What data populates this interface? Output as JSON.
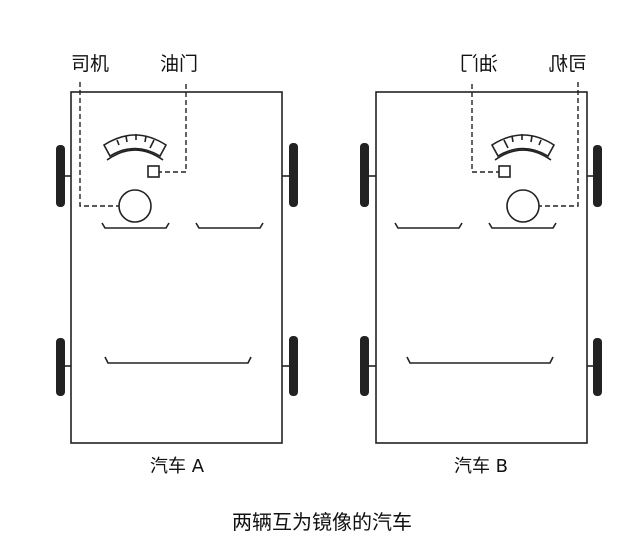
{
  "cars": [
    {
      "name": "汽车 A",
      "driver_label": "司机",
      "throttle_label": "油门",
      "mirrored": false
    },
    {
      "name": "汽车 B",
      "driver_label": "司机",
      "throttle_label": "油门",
      "mirrored": true
    }
  ],
  "caption": "两辆互为镜像的汽车"
}
